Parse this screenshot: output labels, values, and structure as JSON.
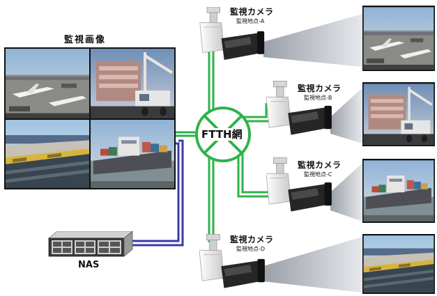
{
  "monitor": {
    "title": "監視画像"
  },
  "network": {
    "label": "FTTH網"
  },
  "storage": {
    "label": "NAS"
  },
  "cameras": [
    {
      "title": "監視カメラ",
      "site": "監視地点-A"
    },
    {
      "title": "監視カメラ",
      "site": "監視地点-B"
    },
    {
      "title": "監視カメラ",
      "site": "監視地点-C"
    },
    {
      "title": "監視カメラ",
      "site": "監視地点-D"
    }
  ],
  "colors": {
    "network_line": "#2db34a",
    "storage_line": "#3a3aa8",
    "hub_stroke": "#2db34a",
    "camera_body": "#e8e8e8",
    "camera_lens": "#1a1a1a"
  },
  "icons": {
    "camera": "cctv-camera-icon",
    "nas": "server-rack-icon",
    "hub": "network-hub-icon"
  }
}
